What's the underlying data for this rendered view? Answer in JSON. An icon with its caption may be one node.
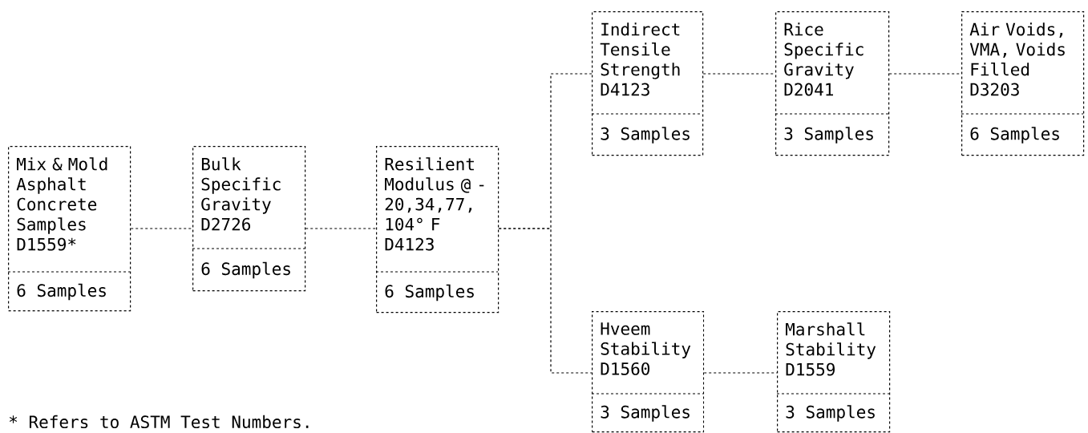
{
  "diagram": {
    "nodes": [
      {
        "text": [
          "Mix & Mold Asphalt Concrete Samples D1559*",
          "6 Samples"
        ]
      },
      {
        "text": [
          "Bulk Specific Gravity D2726",
          "6 Samples"
        ]
      },
      {
        "text": [
          "Resilient Modulus @ -20,34,77, 104° F D4123",
          "6 Samples"
        ]
      },
      {
        "text": [
          "Indirect Tensile Strength D4123",
          "3 Samples"
        ]
      },
      {
        "text": [
          "Rice Specific Gravity D2041",
          "3 Samples"
        ]
      },
      {
        "text": [
          "Air Voids, VMA, Voids Filled D3203",
          "6 Samples"
        ]
      },
      {
        "text": [
          "Hveem Stability D1560",
          "3 Samples"
        ]
      },
      {
        "text": [
          "Marshall Stability D1559",
          "3 Samples"
        ]
      }
    ],
    "edges": [
      {
        "from": 0,
        "to": 1,
        "arrow": "none"
      },
      {
        "from": 1,
        "to": 2,
        "arrow": "none"
      },
      {
        "from": 2,
        "to": 3,
        "arrow": "none"
      },
      {
        "from": 2,
        "to": 6,
        "arrow": "none"
      },
      {
        "from": 3,
        "to": 4,
        "arrow": "none"
      },
      {
        "from": 4,
        "to": 5,
        "arrow": "none"
      },
      {
        "from": 6,
        "to": 7,
        "arrow": "none"
      }
    ],
    "labels": [
      "* Refers to ASTM Test Numbers."
    ]
  }
}
